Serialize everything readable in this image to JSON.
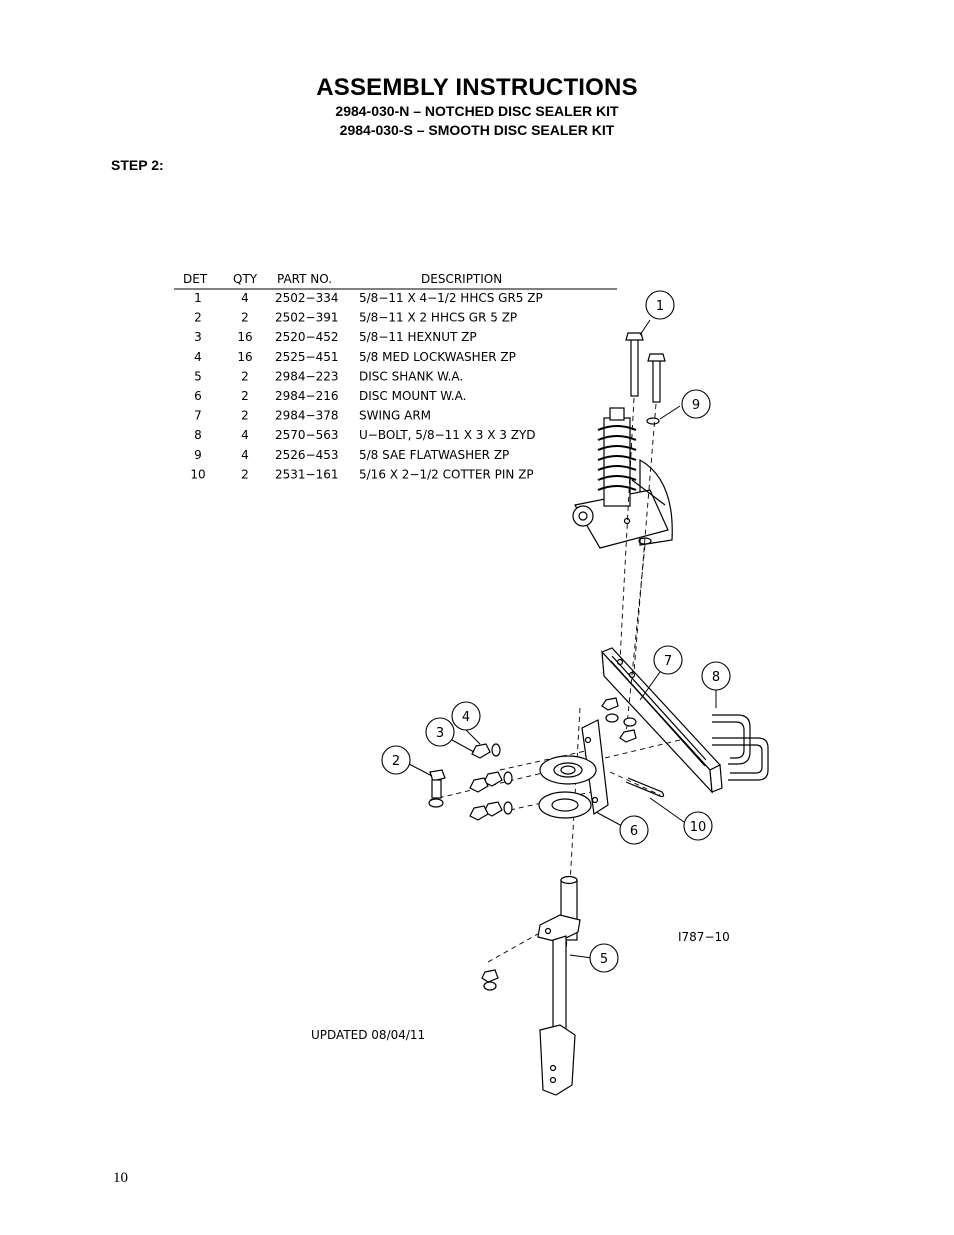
{
  "header": {
    "title": "ASSEMBLY INSTRUCTIONS",
    "subtitle_1": "2984-030-N – NOTCHED DISC SEALER KIT",
    "subtitle_2": "2984-030-S – SMOOTH DISC SEALER KIT"
  },
  "step_label": "STEP 2:",
  "parts_table": {
    "headers": [
      "DET",
      "QTY",
      "PART NO.",
      "DESCRIPTION"
    ],
    "rows": [
      [
        "1",
        "4",
        "2502−334",
        "5/8−11 X 4−1/2 HHCS GR5 ZP"
      ],
      [
        "2",
        "2",
        "2502−391",
        "5/8−11 X 2 HHCS GR 5 ZP"
      ],
      [
        "3",
        "16",
        "2520−452",
        "5/8−11 HEXNUT ZP"
      ],
      [
        "4",
        "16",
        "2525−451",
        "5/8 MED LOCKWASHER ZP"
      ],
      [
        "5",
        "2",
        "2984−223",
        "DISC SHANK W.A."
      ],
      [
        "6",
        "2",
        "2984−216",
        "DISC MOUNT W.A."
      ],
      [
        "7",
        "2",
        "2984−378",
        "SWING ARM"
      ],
      [
        "8",
        "4",
        "2570−563",
        "U−BOLT, 5/8−11 X 3 X 3 ZYD"
      ],
      [
        "9",
        "4",
        "2526−453",
        "5/8 SAE FLATWASHER  ZP"
      ],
      [
        "10",
        "2",
        "2531−161",
        "5/16 X 2−1/2 COTTER PIN ZP"
      ]
    ]
  },
  "callouts": [
    "1",
    "9",
    "7",
    "8",
    "4",
    "3",
    "2",
    "6",
    "10",
    "5"
  ],
  "drawing_number": "I787−10",
  "updated_note": "UPDATED 08/04/11",
  "page_number": "10"
}
